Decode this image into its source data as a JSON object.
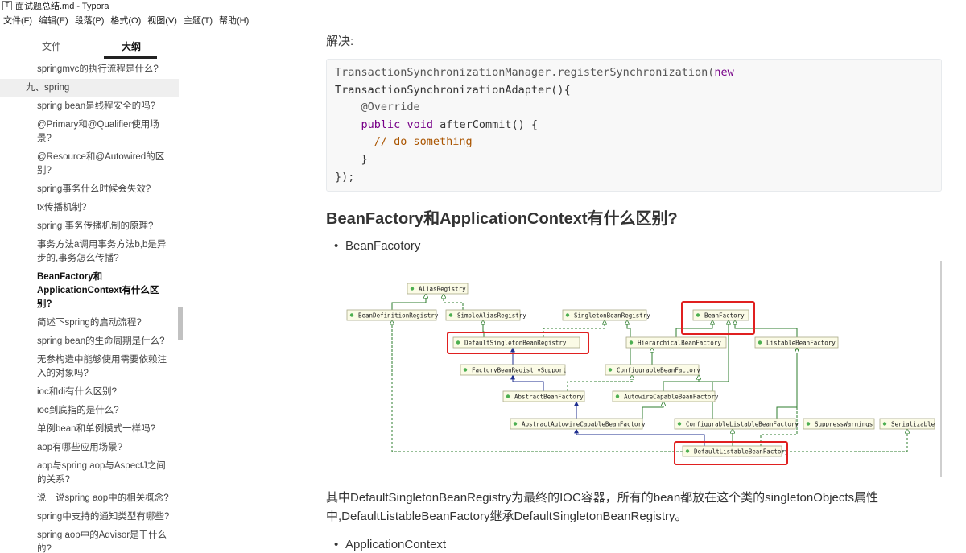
{
  "window": {
    "title": "面试题总结.md - Typora",
    "icon_glyph": "T"
  },
  "menu": [
    "文件(F)",
    "编辑(E)",
    "段落(P)",
    "格式(O)",
    "视图(V)",
    "主题(T)",
    "帮助(H)"
  ],
  "sidebar": {
    "tab_files": "文件",
    "tab_outline": "大纲",
    "outline": [
      {
        "label": "springmvc的执行流程是什么?",
        "level": 3
      },
      {
        "label": "九、spring",
        "level": 2
      },
      {
        "label": "spring bean是线程安全的吗?",
        "level": 3
      },
      {
        "label": "@Primary和@Qualifier使用场景?",
        "level": 3
      },
      {
        "label": "@Resource和@Autowired的区别?",
        "level": 3
      },
      {
        "label": "spring事务什么时候会失效?",
        "level": 3
      },
      {
        "label": "tx传播机制?",
        "level": 3
      },
      {
        "label": "spring 事务传播机制的原理?",
        "level": 3
      },
      {
        "label": "事务方法a调用事务方法b,b是异步的,事务怎么传播?",
        "level": 3
      },
      {
        "label": "BeanFactory和ApplicationContext有什么区别?",
        "level": 3,
        "active": true
      },
      {
        "label": "简述下spring的启动流程?",
        "level": 3
      },
      {
        "label": "spring bean的生命周期是什么?",
        "level": 3
      },
      {
        "label": "无参构造中能够使用需要依赖注入的对象吗?",
        "level": 3
      },
      {
        "label": "ioc和di有什么区别?",
        "level": 3
      },
      {
        "label": "ioc到底指的是什么?",
        "level": 3
      },
      {
        "label": "单例bean和单例模式一样吗?",
        "level": 3
      },
      {
        "label": "aop有哪些应用场景?",
        "level": 3
      },
      {
        "label": "aop与spring aop与AspectJ之间的关系?",
        "level": 3
      },
      {
        "label": "说一说spring aop中的相关概念?",
        "level": 3
      },
      {
        "label": "spring中支持的通知类型有哪些?",
        "level": 3
      },
      {
        "label": "spring aop中的Advisor是干什么的?",
        "level": 3
      }
    ]
  },
  "content": {
    "para_label": "解决:",
    "code": {
      "line1": "TransactionSynchronizationManager.registerSynchronization(",
      "line1_kw": "new",
      "line2": "TransactionSynchronizationAdapter(){",
      "line3": "    @Override",
      "line4_kw1": "public",
      "line4_kw2": "void",
      "line4_rest": " afterCommit() {",
      "line5": "      // do something",
      "line6": "    }",
      "line7": "});"
    },
    "heading": "BeanFactory和ApplicationContext有什么区别?",
    "bullet1": "BeanFacotory",
    "paragraph": "其中DefaultSingletonBeanRegistry为最终的IOC容器，所有的bean都放在这个类的singletonObjects属性中,DefaultListableBeanFactory继承DefaultSingletonBeanRegistry。",
    "bullet2": "ApplicationContext",
    "diagram_nodes": {
      "alias_registry": "AliasRegistry",
      "bean_definition_registry": "BeanDefinitionRegistry",
      "simple_alias_registry": "SimpleAliasRegistry",
      "singleton_bean_registry": "SingletonBeanRegistry",
      "bean_factory": "BeanFactory",
      "default_singleton_bean_registry": "DefaultSingletonBeanRegistry",
      "hierarchical_bean_factory": "HierarchicalBeanFactory",
      "listable_bean_factory": "ListableBeanFactory",
      "factory_bean_registry_support": "FactoryBeanRegistrySupport",
      "configurable_bean_factory": "ConfigurableBeanFactory",
      "abstract_bean_factory": "AbstractBeanFactory",
      "autowire_capable_bean_factory": "AutowireCapableBeanFactory",
      "abstract_autowire_capable_bean_factory": "AbstractAutowireCapableBeanFactory",
      "configurable_listable_bean_factory": "ConfigurableListableBeanFactory",
      "suppress_warnings": "SuppressWarnings",
      "serializable": "Serializable",
      "default_listable_bean_factory": "DefaultListableBeanFactory"
    },
    "colors": {
      "highlight_box": "#e02020",
      "node_fill": "#fbfbe6",
      "node_border": "#aaaa88",
      "inherit_arrow": "#2d7d2d",
      "impl_arrow": "#1f2f8f"
    }
  }
}
